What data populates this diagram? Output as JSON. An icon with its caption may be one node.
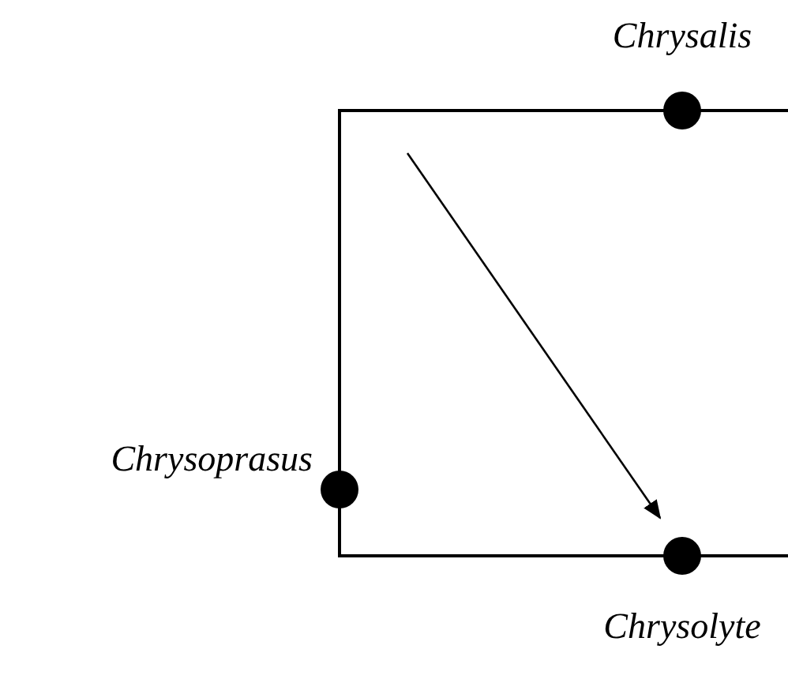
{
  "diagram": {
    "nodes": [
      {
        "text": [],
        "shape": "circle",
        "beside": [
          "Chrysalis"
        ]
      },
      {
        "text": [],
        "shape": "circle",
        "beside": [
          "Chrysoprasus"
        ]
      },
      {
        "text": [],
        "shape": "circle",
        "beside": [
          "Chrysolyte"
        ]
      }
    ]
  }
}
